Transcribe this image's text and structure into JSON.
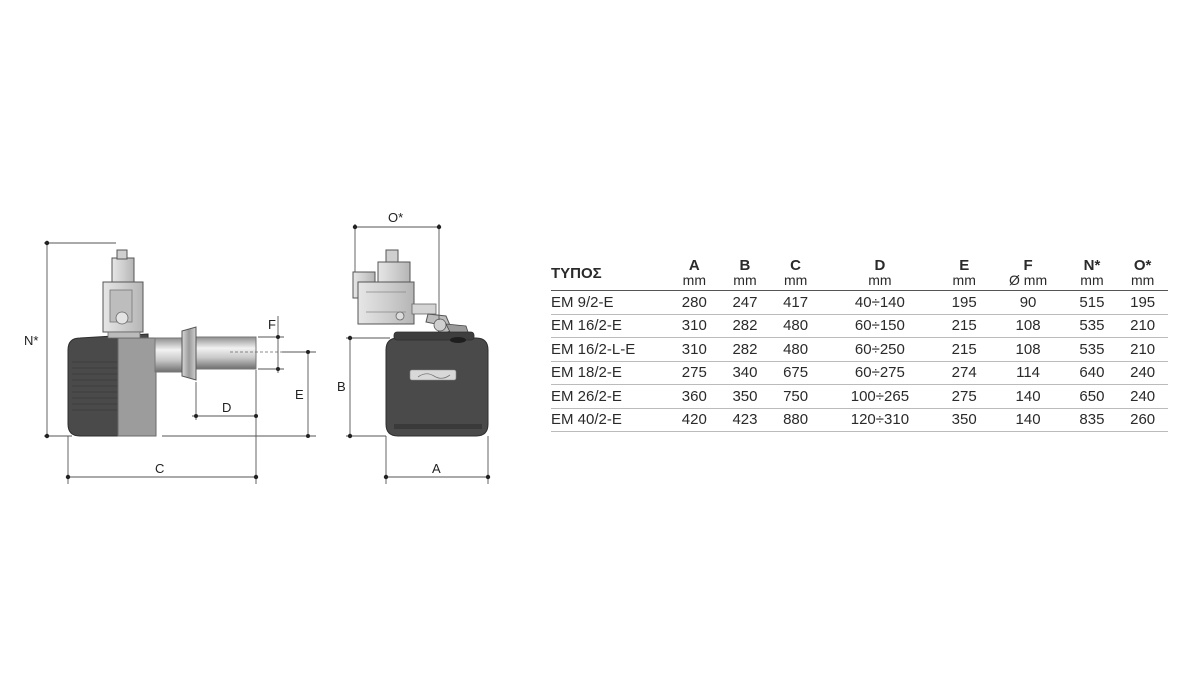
{
  "dimension_labels": {
    "n_star": "N*",
    "o_star": "O*",
    "f": "F",
    "e": "E",
    "d": "D",
    "c": "C",
    "b": "B",
    "a": "A"
  },
  "table": {
    "columns": [
      {
        "label": "ΤΥΠΟΣ",
        "unit": ""
      },
      {
        "label": "A",
        "unit": "mm"
      },
      {
        "label": "B",
        "unit": "mm"
      },
      {
        "label": "C",
        "unit": "mm"
      },
      {
        "label": "D",
        "unit": "mm"
      },
      {
        "label": "E",
        "unit": "mm"
      },
      {
        "label": "F",
        "unit": "Ø mm"
      },
      {
        "label": "N*",
        "unit": "mm"
      },
      {
        "label": "O*",
        "unit": "mm"
      }
    ],
    "rows": [
      [
        "EM 9/2-E",
        "280",
        "247",
        "417",
        "40÷140",
        "195",
        "90",
        "515",
        "195"
      ],
      [
        "EM 16/2-E",
        "310",
        "282",
        "480",
        "60÷150",
        "215",
        "108",
        "535",
        "210"
      ],
      [
        "EM 16/2-L-E",
        "310",
        "282",
        "480",
        "60÷250",
        "215",
        "108",
        "535",
        "210"
      ],
      [
        "EM 18/2-E",
        "275",
        "340",
        "675",
        "60÷275",
        "274",
        "114",
        "640",
        "240"
      ],
      [
        "EM 26/2-E",
        "360",
        "350",
        "750",
        "100÷265",
        "275",
        "140",
        "650",
        "240"
      ],
      [
        "EM 40/2-E",
        "420",
        "423",
        "880",
        "120÷310",
        "350",
        "140",
        "835",
        "260"
      ]
    ]
  }
}
